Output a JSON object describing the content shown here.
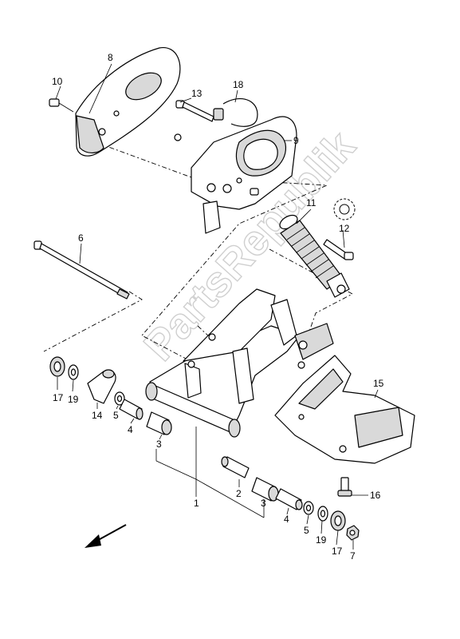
{
  "watermark": "PartsRepublik",
  "callouts": {
    "c1": "1",
    "c2": "2",
    "c3a": "3",
    "c3b": "3",
    "c4a": "4",
    "c4b": "4",
    "c5a": "5",
    "c5b": "5",
    "c6": "6",
    "c7": "7",
    "c8": "8",
    "c9": "9",
    "c10": "10",
    "c11": "11",
    "c12": "12",
    "c13": "13",
    "c14": "14",
    "c15": "15",
    "c16": "16",
    "c17a": "17",
    "c17b": "17",
    "c18": "18",
    "c19a": "19",
    "c19b": "19"
  },
  "colors": {
    "line": "#000000",
    "shade": "#d9d9d9",
    "watermark": "#cfcfcf"
  },
  "icons": {
    "direction": "front-arrow-icon",
    "sealant": "gear-sealant-icon"
  }
}
